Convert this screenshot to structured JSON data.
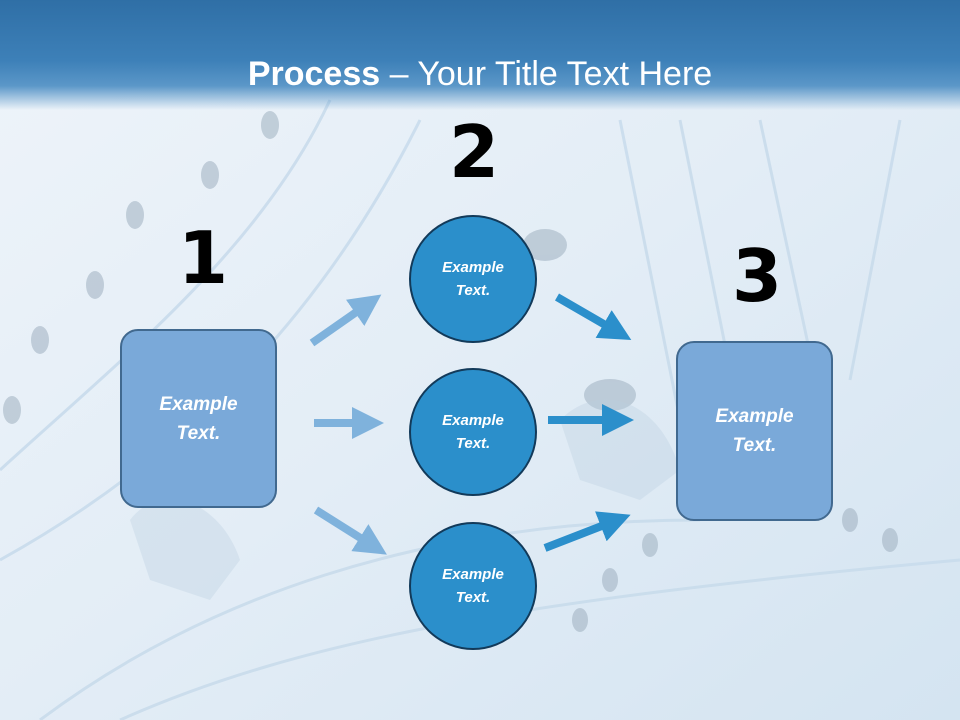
{
  "header": {
    "title_bold": "Process",
    "title_rest": " – Your Title Text Here"
  },
  "steps": {
    "one": {
      "number": "1",
      "text": "Example Text."
    },
    "two": {
      "number": "2",
      "circles": [
        "Example Text.",
        "Example Text.",
        "Example Text."
      ]
    },
    "three": {
      "number": "3",
      "text": "Example Text."
    }
  },
  "colors": {
    "header": "#3d80b8",
    "box_fill": "#7aa9d9",
    "circle_fill": "#2b8fcb",
    "arrow_light": "#7fb2dc",
    "arrow_dark": "#2b8fcb"
  }
}
